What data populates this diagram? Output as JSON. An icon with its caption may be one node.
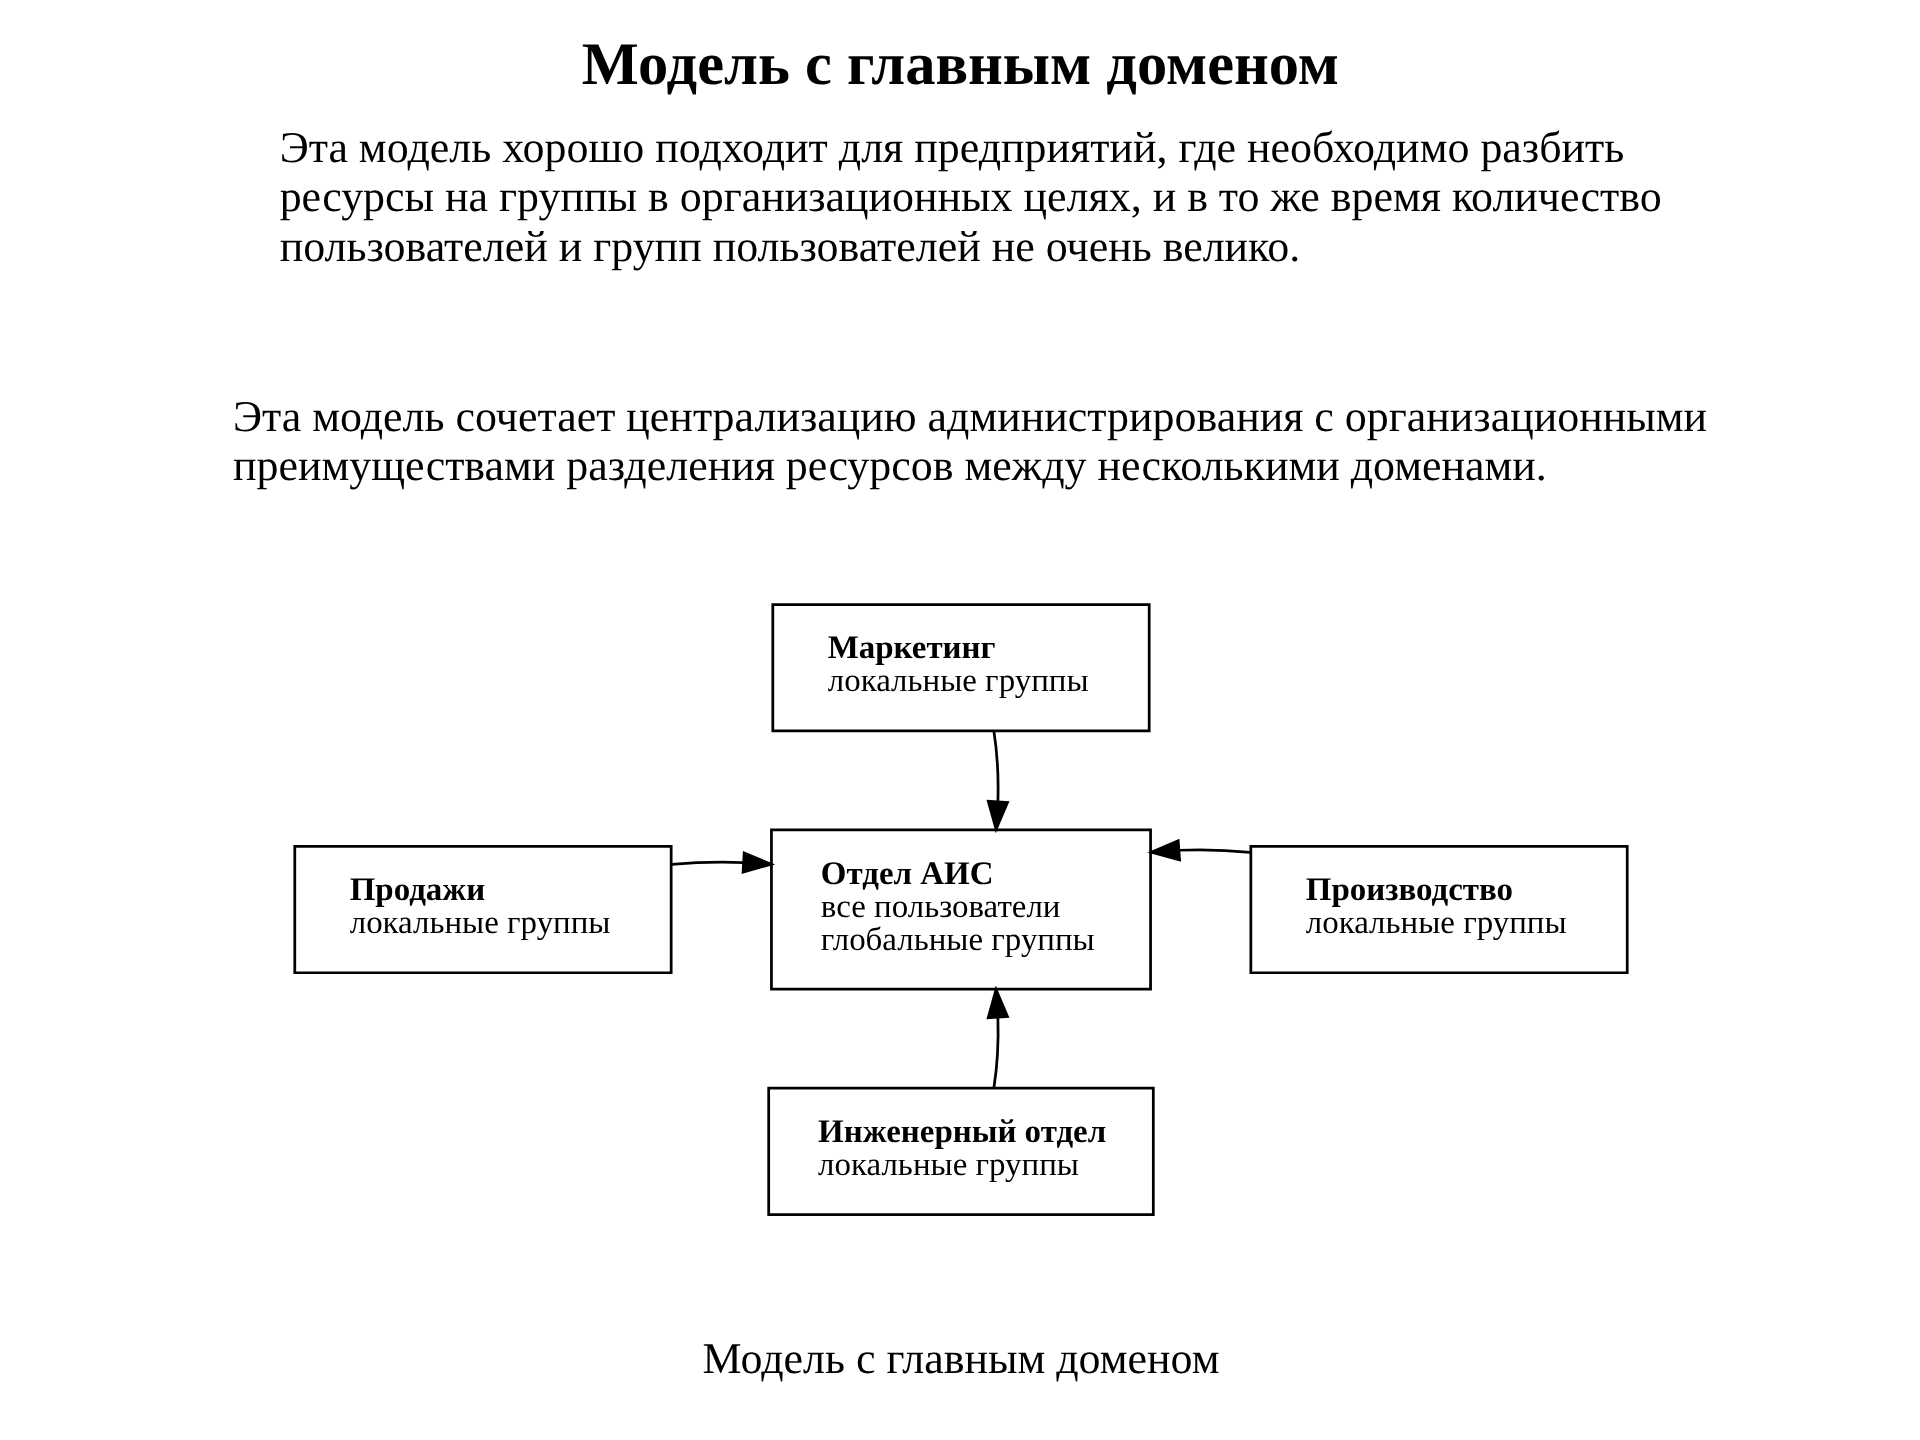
{
  "diagram": {
    "title": "Модель с главным доменом",
    "nodes": [
      {
        "text": [
          "Маркетинг",
          "локальные группы"
        ]
      },
      {
        "text": [
          "Продажи",
          "локальные группы"
        ]
      },
      {
        "text": [
          "Отдел АИС",
          "все пользователи",
          "глобальные группы"
        ]
      },
      {
        "text": [
          "Производство",
          "локальные группы"
        ]
      },
      {
        "text": [
          "Инженерный отдел",
          "локальные группы"
        ]
      }
    ],
    "edges": [
      {
        "from": 0,
        "to": 2,
        "arrow": "to"
      },
      {
        "from": 1,
        "to": 2,
        "arrow": "to"
      },
      {
        "from": 3,
        "to": 2,
        "arrow": "to"
      },
      {
        "from": 4,
        "to": 2,
        "arrow": "to"
      }
    ],
    "labels": [
      "Эта модель хорошо подходит для предприятий, где необходимо разбить ресурсы на группы в организационных целях, и в то же время количество пользователей и групп пользователей не очень велико.",
      "Эта модель сочетает централизацию администрирования с организационными преимуществами разделения ресурсов между несколькими доменами."
    ],
    "caption": "Модель с главным доменом"
  }
}
